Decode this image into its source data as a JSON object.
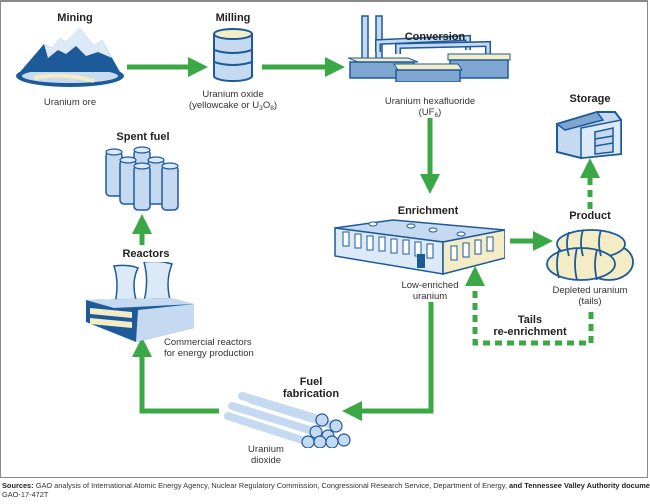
{
  "diagram": {
    "title": "Nuclear fuel cycle",
    "accent_color": "#3aa844",
    "icon_blue": "#1d5a9a",
    "icon_light": "#c5daf0",
    "stages": {
      "mining": {
        "label": "Mining",
        "caption": "Uranium ore",
        "icon": "mountain-icon"
      },
      "milling": {
        "label": "Milling",
        "caption_line1": "Uranium oxide",
        "caption_line2_pre": "(yellowcake or U",
        "caption_sub1": "3",
        "caption_mid": "O",
        "caption_sub2": "8",
        "caption_post": ")",
        "icon": "drum-icon"
      },
      "conversion": {
        "label": "Conversion",
        "caption_line1": "Uranium hexafluoride",
        "caption_line2_pre": "(UF",
        "caption_sub": "6",
        "caption_post": ")",
        "icon": "factory-icon"
      },
      "storage": {
        "label": "Storage",
        "icon": "warehouse-icon"
      },
      "enrichment": {
        "label": "Enrichment",
        "caption_line1": "Low-enriched",
        "caption_line2": "uranium",
        "icon": "enrichment-plant-icon"
      },
      "product": {
        "label": "Product",
        "caption_line1": "Depleted uranium",
        "caption_line2": "(tails)",
        "icon": "cylinders-icon"
      },
      "tails": {
        "label_line1": "Tails",
        "label_line2": "re-enrichment"
      },
      "spent_fuel": {
        "label": "Spent fuel",
        "icon": "fuel-canisters-icon"
      },
      "reactors": {
        "label": "Reactors",
        "caption_line1": "Commercial reactors",
        "caption_line2": "for energy production",
        "icon": "cooling-tower-icon"
      },
      "fuel_fabrication": {
        "label_line1": "Fuel",
        "label_line2": "fabrication",
        "caption_line1": "Uranium",
        "caption_line2": "dioxide",
        "icon": "fuel-rods-icon"
      }
    },
    "flows": [
      {
        "from": "Mining",
        "to": "Milling",
        "style": "solid"
      },
      {
        "from": "Milling",
        "to": "Conversion",
        "style": "solid"
      },
      {
        "from": "Conversion",
        "to": "Enrichment",
        "style": "solid"
      },
      {
        "from": "Enrichment",
        "to": "Product",
        "style": "solid"
      },
      {
        "from": "Product",
        "to": "Storage",
        "style": "dashed"
      },
      {
        "from": "Product",
        "to": "Enrichment",
        "style": "dashed",
        "via": "Tails re-enrichment"
      },
      {
        "from": "Enrichment",
        "to": "Fuel fabrication",
        "style": "solid"
      },
      {
        "from": "Fuel fabrication",
        "to": "Reactors",
        "style": "solid"
      },
      {
        "from": "Reactors",
        "to": "Spent fuel",
        "style": "solid"
      }
    ]
  },
  "footer": {
    "sources_label": "Sources:",
    "sources_text": " GAO analysis of International Atomic Energy Agency, Nuclear Regulatory Commission, Congressional Research Service, Department of Energy, ",
    "sources_bold": "and Tennessee Valley Authority documents.",
    "report_id": "GAO-17-472T"
  }
}
